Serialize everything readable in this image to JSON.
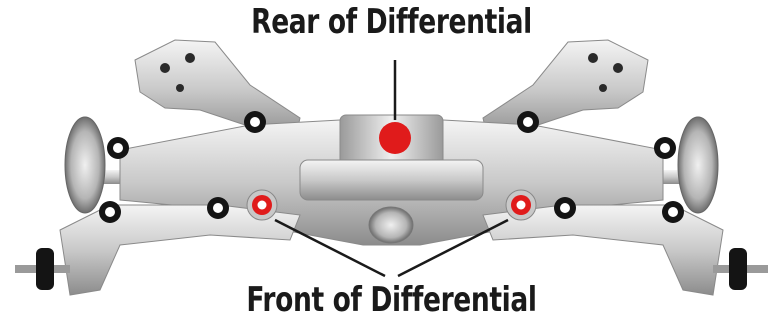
{
  "labels": {
    "rear": "Rear of Differential",
    "front": "Front of Differential"
  },
  "colors": {
    "marker_red": "#e01b1b",
    "line": "#1a1a1a",
    "metal_light": "#e6e6e6",
    "metal_mid": "#b8b8b8",
    "metal_dark": "#7a7a7a",
    "bushing_black": "#141414"
  },
  "icons": [
    "rear-differential-marker",
    "front-left-differential-marker",
    "front-right-differential-marker"
  ]
}
